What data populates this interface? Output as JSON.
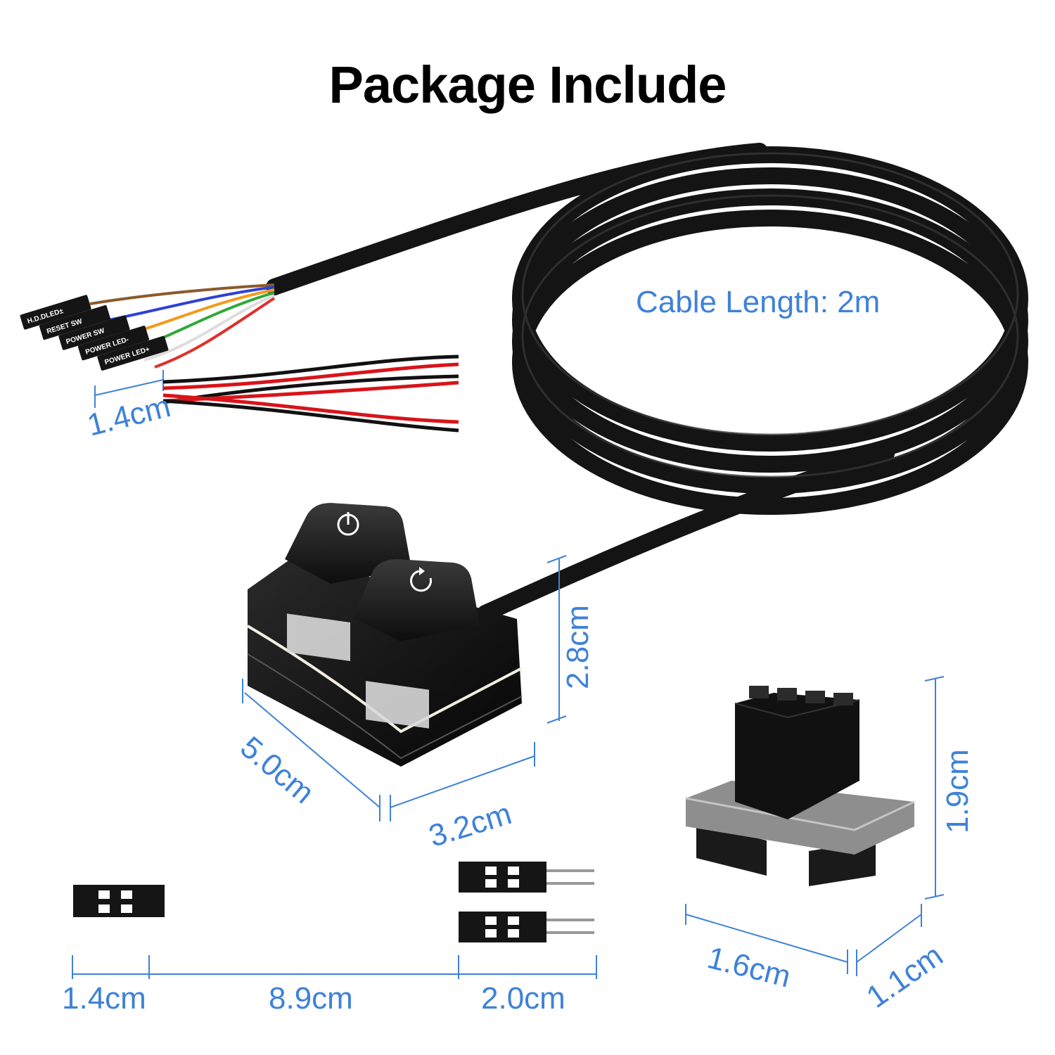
{
  "title": "Package Include",
  "labels": {
    "cable_length": "Cable Length: 2m",
    "connector_width": "1.4cm",
    "box_height": "2.8cm",
    "box_length": "5.0cm",
    "box_width": "3.2cm",
    "adapter_height": "1.9cm",
    "adapter_length": "1.6cm",
    "adapter_width": "1.1cm",
    "splitter_connector": "1.4cm",
    "splitter_cable": "8.9cm",
    "splitter_plug": "2.0cm"
  },
  "connector_labels": [
    "H.D.DLED±",
    "RESET SW",
    "POWER SW",
    "POWER LED-",
    "POWER LED+"
  ],
  "colors": {
    "dimension": "#3e82d8",
    "cable": "#141414",
    "wire_red": "#d8141a"
  }
}
